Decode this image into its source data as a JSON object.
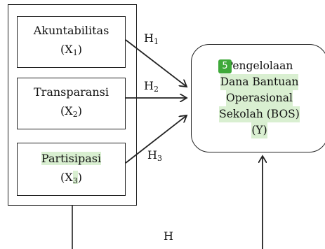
{
  "variables": [
    {
      "name": "Akuntabilitas",
      "symbol_prefix": "(X",
      "subscript": "1",
      "symbol_suffix": ")"
    },
    {
      "name": "Transparansi",
      "symbol_prefix": "(X",
      "subscript": "2",
      "symbol_suffix": ")"
    },
    {
      "name": "Partisipasi",
      "symbol_prefix": "(X",
      "subscript": "3",
      "symbol_suffix": ")"
    }
  ],
  "hypotheses": [
    {
      "label": "H",
      "subscript": "1"
    },
    {
      "label": "H",
      "subscript": "2"
    },
    {
      "label": "H",
      "subscript": "3"
    },
    {
      "label": "H",
      "subscript": ""
    }
  ],
  "dependent": {
    "lines": [
      "Pengelolaan",
      "Dana Bantuan",
      "Operasional",
      "Sekolah (BOS)",
      "(Y)"
    ]
  },
  "annotation_badge": "5",
  "colors": {
    "highlight": "#d9efd1",
    "badge": "#3fa93a",
    "line": "#222222"
  }
}
